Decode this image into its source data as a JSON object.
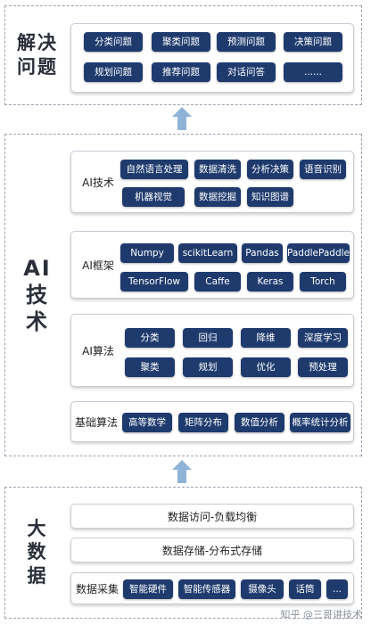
{
  "problems": {
    "side_label": [
      "解决",
      "问题"
    ],
    "chips": [
      "分类问题",
      "聚类问题",
      "预测问题",
      "决策问题",
      "规划问题",
      "推荐问题",
      "对话问答",
      "......"
    ]
  },
  "ai_tech": {
    "side_label": [
      "AI",
      "技术"
    ],
    "technology": {
      "label": "AI技术",
      "chips": [
        "自然语言处理",
        "数据清洗",
        "分析决策",
        "语音识别",
        "机器视觉",
        "数据挖掘",
        "知识图谱"
      ]
    },
    "frameworks": {
      "label": "AI框架",
      "chips": [
        "Numpy",
        "scikitLearn",
        "Pandas",
        "PaddlePaddle",
        "TensorFlow",
        "Caffe",
        "Keras",
        "Torch"
      ]
    },
    "algorithms": {
      "label": "AI算法",
      "chips": [
        "分类",
        "回归",
        "降维",
        "深度学习",
        "聚类",
        "规划",
        "优化",
        "预处理"
      ]
    },
    "basic_algorithms": {
      "label": "基础算法",
      "chips": [
        "高等数学",
        "矩阵分布",
        "数值分析",
        "概率统计分析"
      ]
    }
  },
  "big_data": {
    "side_label": [
      "大",
      "数",
      "据"
    ],
    "access": "数据访问-负载均衡",
    "storage": "数据存储-分布式存储",
    "collection": {
      "label": "数据采集",
      "chips": [
        "智能硬件",
        "智能传感器",
        "摄像头",
        "话筒",
        "..."
      ]
    }
  },
  "watermark": "知乎 @三哥讲技术"
}
